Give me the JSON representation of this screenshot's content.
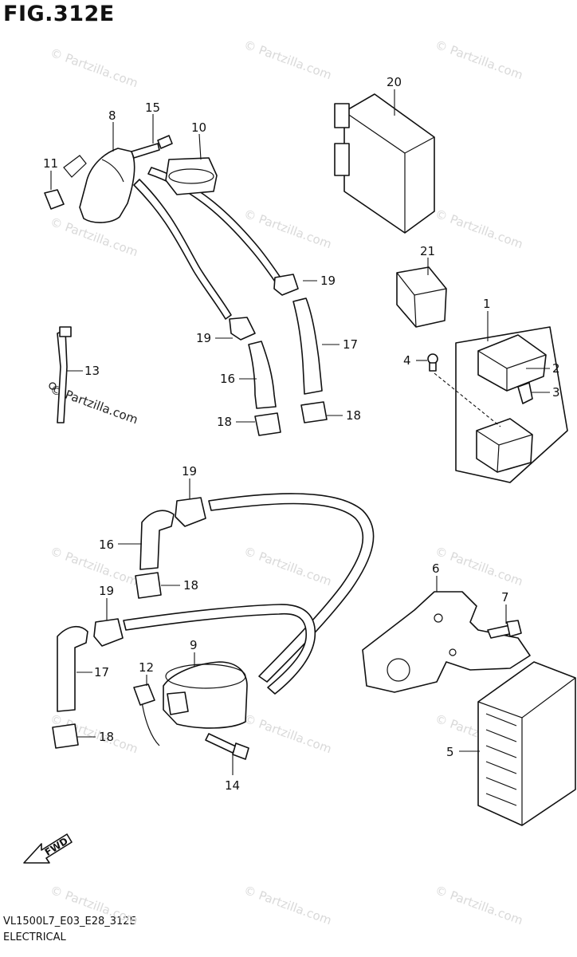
{
  "figure": {
    "title": "FIG.312E",
    "model_code": "VL1500L7_E03_E28_312E",
    "section": "ELECTRICAL"
  },
  "direction_label": "FWD",
  "watermark": {
    "text": "© Partzilla.com",
    "color": "#d9d9d9"
  },
  "callouts": [
    {
      "id": "c1",
      "number": "1"
    },
    {
      "id": "c2",
      "number": "2"
    },
    {
      "id": "c3",
      "number": "3"
    },
    {
      "id": "c4",
      "number": "4"
    },
    {
      "id": "c5",
      "number": "5"
    },
    {
      "id": "c6",
      "number": "6"
    },
    {
      "id": "c7",
      "number": "7"
    },
    {
      "id": "c8",
      "number": "8"
    },
    {
      "id": "c9",
      "number": "9"
    },
    {
      "id": "c10",
      "number": "10"
    },
    {
      "id": "c11",
      "number": "11"
    },
    {
      "id": "c12",
      "number": "12"
    },
    {
      "id": "c13",
      "number": "13"
    },
    {
      "id": "c14",
      "number": "14"
    },
    {
      "id": "c15",
      "number": "15"
    },
    {
      "id": "c16a",
      "number": "16"
    },
    {
      "id": "c16b",
      "number": "16"
    },
    {
      "id": "c17a",
      "number": "17"
    },
    {
      "id": "c17b",
      "number": "17"
    },
    {
      "id": "c18a",
      "number": "18"
    },
    {
      "id": "c18b",
      "number": "18"
    },
    {
      "id": "c18c",
      "number": "18"
    },
    {
      "id": "c18d",
      "number": "18"
    },
    {
      "id": "c19a",
      "number": "19"
    },
    {
      "id": "c19b",
      "number": "19"
    },
    {
      "id": "c19c",
      "number": "19"
    },
    {
      "id": "c19d",
      "number": "19"
    },
    {
      "id": "c20",
      "number": "20"
    },
    {
      "id": "c21",
      "number": "21"
    }
  ]
}
